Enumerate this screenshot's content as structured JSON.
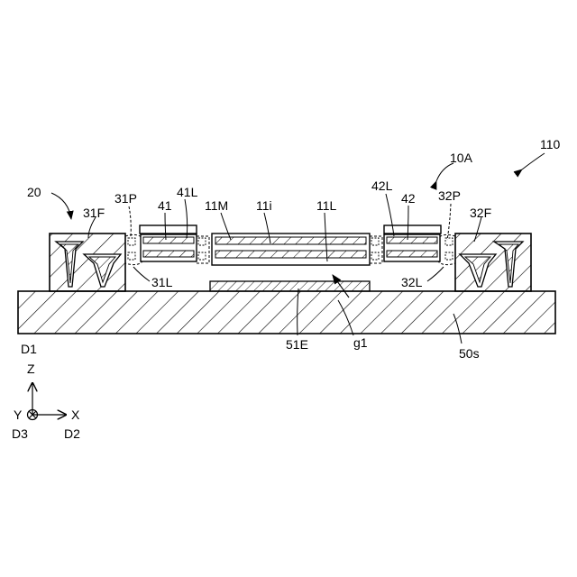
{
  "labels": {
    "fig": "110",
    "device": "10A",
    "anchor": "20",
    "p31": "31P",
    "f31": "31F",
    "e41": "41",
    "l41": "41L",
    "m11": "11M",
    "i11": "11i",
    "l11": "11L",
    "l42": "42L",
    "e42": "42",
    "p32": "32P",
    "f32": "32F",
    "l31": "31L",
    "l32": "32L",
    "electrode": "51E",
    "gap": "g1",
    "substrate": "50s"
  },
  "axes": {
    "d1": "D1",
    "z": "Z",
    "y": "Y",
    "x": "X",
    "d3": "D3",
    "d2": "D2"
  }
}
